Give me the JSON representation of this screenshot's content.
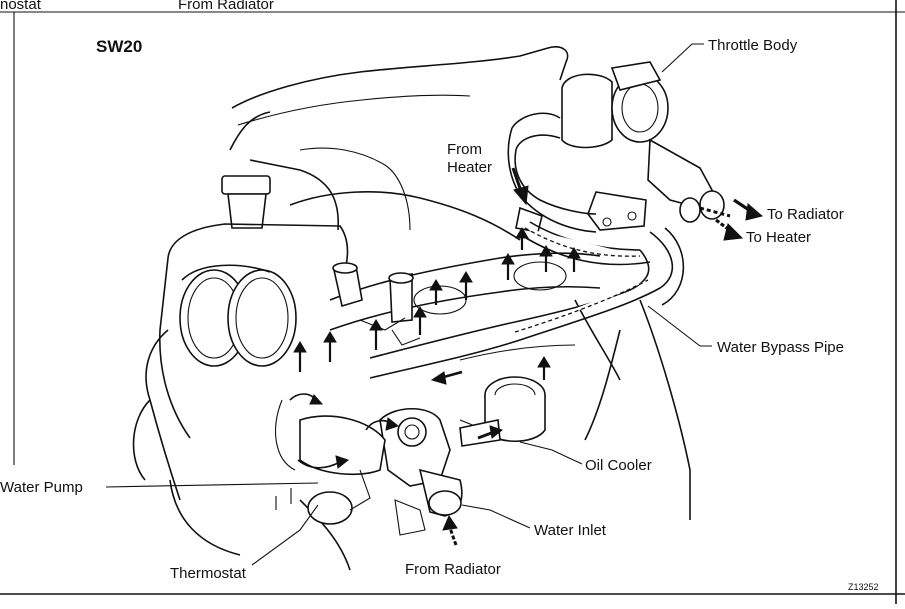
{
  "header": {
    "cut_label_left": "nostat",
    "cut_label_top": "From Radiator"
  },
  "diagram": {
    "model": "SW20",
    "figure_code": "Z13252",
    "labels": {
      "throttle_body": "Throttle Body",
      "from_heater_line1": "From",
      "from_heater_line2": "Heater",
      "to_radiator": "To Radiator",
      "to_heater": "To Heater",
      "water_bypass_pipe": "Water Bypass Pipe",
      "oil_cooler": "Oil Cooler",
      "water_pump": "Water Pump",
      "water_inlet": "Water Inlet",
      "thermostat": "Thermostat",
      "from_radiator": "From Radiator"
    }
  }
}
